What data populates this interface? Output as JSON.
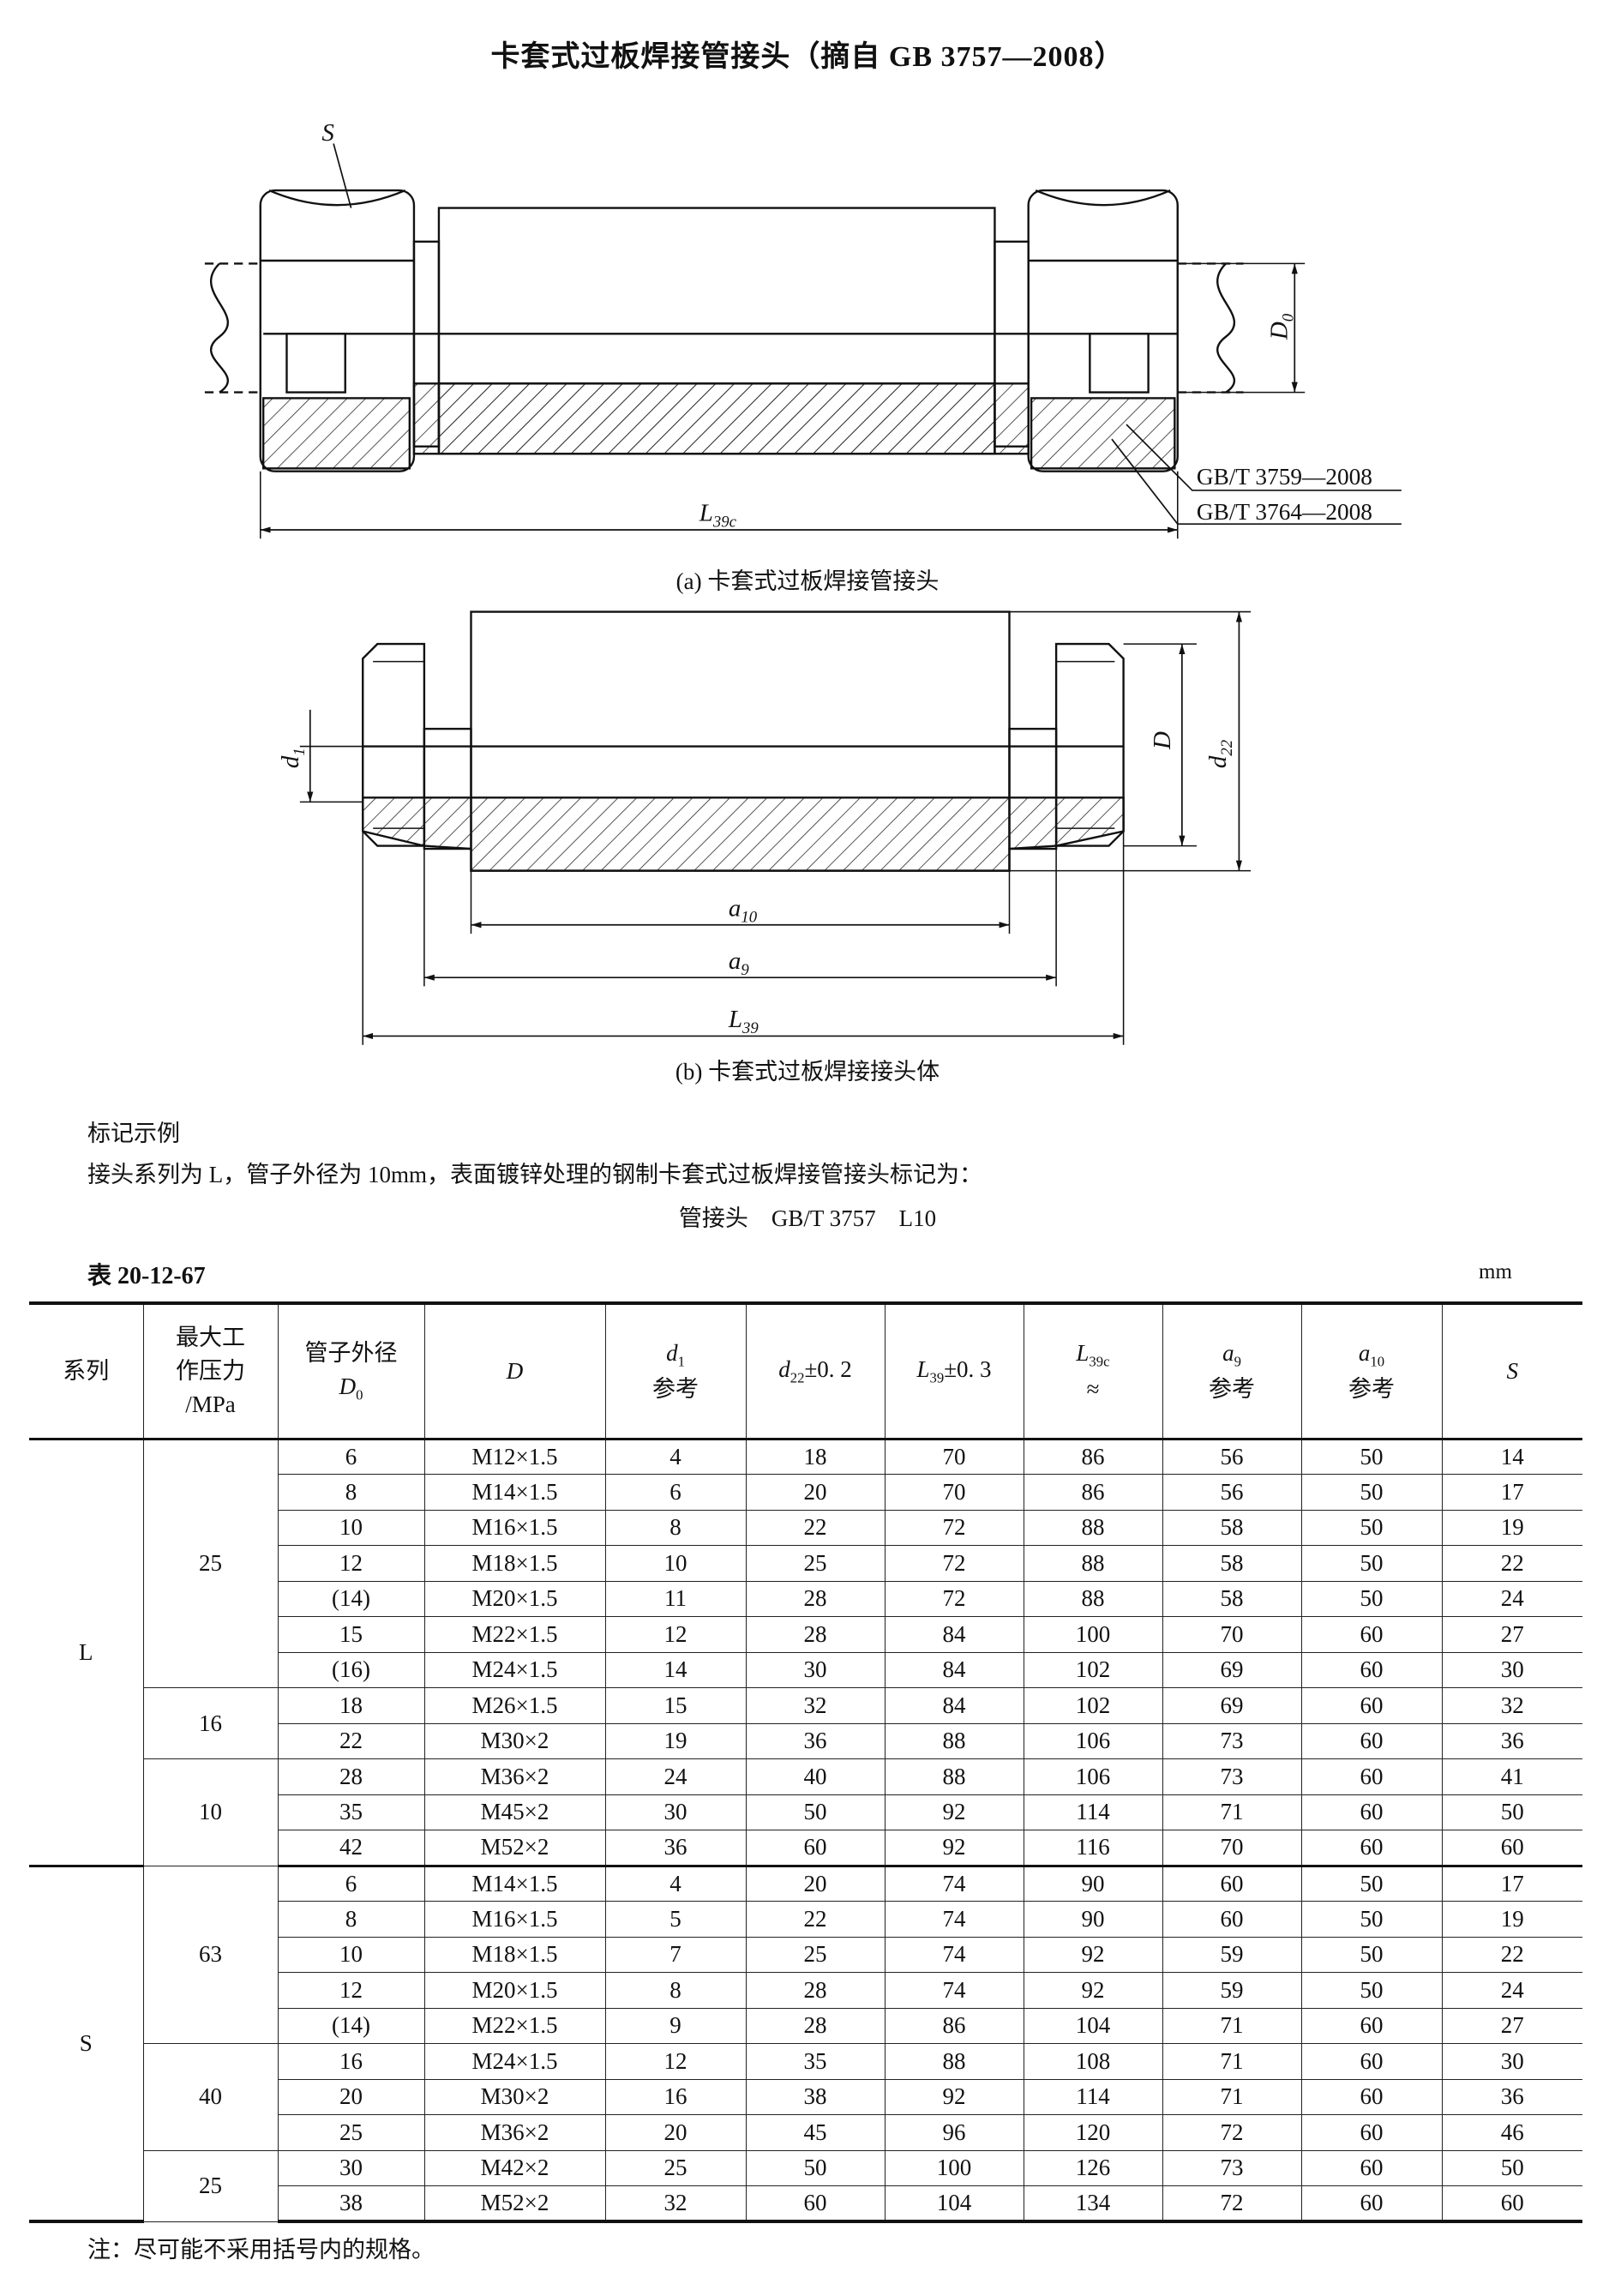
{
  "title": "卡套式过板焊接管接头（摘自 GB 3757—2008）",
  "figure_a": {
    "caption": "(a) 卡套式过板焊接管接头",
    "labels": {
      "S": "S",
      "D0": "D",
      "D0_sub": "0",
      "L": "L",
      "L_sub": "39c",
      "std1": "GB/T 3759—2008",
      "std2": "GB/T 3764—2008"
    }
  },
  "figure_b": {
    "caption": "(b) 卡套式过板焊接接头体",
    "labels": {
      "d1": "d",
      "d1_sub": "1",
      "D": "D",
      "d22": "d",
      "d22_sub": "22",
      "a10": "a",
      "a10_sub": "10",
      "a9": "a",
      "a9_sub": "9",
      "L39": "L",
      "L39_sub": "39"
    }
  },
  "marking": {
    "heading": "标记示例",
    "line1": "接头系列为 L，管子外径为 10mm，表面镀锌处理的钢制卡套式过板焊接管接头标记为：",
    "line2": "管接头    GB/T 3757    L10"
  },
  "table": {
    "number": "表 20-12-67",
    "unit": "mm",
    "headers": {
      "series": "系列",
      "pressure_1": "最大工",
      "pressure_2": "作压力",
      "pressure_3": "/MPa",
      "d0_1": "管子外径",
      "d0_2": "D",
      "d0_sub": "0",
      "D": "D",
      "d1": "d",
      "d1_sub": "1",
      "d1_ref": "参考",
      "d22": "d",
      "d22_sub": "22",
      "d22_tol": "±0. 2",
      "l39": "L",
      "l39_sub": "39",
      "l39_tol": "±0. 3",
      "l39c": "L",
      "l39c_sub": "39c",
      "l39c_approx": "≈",
      "a9": "a",
      "a9_sub": "9",
      "a9_ref": "参考",
      "a10": "a",
      "a10_sub": "10",
      "a10_ref": "参考",
      "S": "S"
    },
    "groups": [
      {
        "series": "L",
        "pressures": [
          {
            "p": "25",
            "rows": [
              [
                "6",
                "M12×1.5",
                "4",
                "18",
                "70",
                "86",
                "56",
                "50",
                "14"
              ],
              [
                "8",
                "M14×1.5",
                "6",
                "20",
                "70",
                "86",
                "56",
                "50",
                "17"
              ],
              [
                "10",
                "M16×1.5",
                "8",
                "22",
                "72",
                "88",
                "58",
                "50",
                "19"
              ],
              [
                "12",
                "M18×1.5",
                "10",
                "25",
                "72",
                "88",
                "58",
                "50",
                "22"
              ],
              [
                "(14)",
                "M20×1.5",
                "11",
                "28",
                "72",
                "88",
                "58",
                "50",
                "24"
              ],
              [
                "15",
                "M22×1.5",
                "12",
                "28",
                "84",
                "100",
                "70",
                "60",
                "27"
              ],
              [
                "(16)",
                "M24×1.5",
                "14",
                "30",
                "84",
                "102",
                "69",
                "60",
                "30"
              ]
            ]
          },
          {
            "p": "16",
            "rows": [
              [
                "18",
                "M26×1.5",
                "15",
                "32",
                "84",
                "102",
                "69",
                "60",
                "32"
              ],
              [
                "22",
                "M30×2",
                "19",
                "36",
                "88",
                "106",
                "73",
                "60",
                "36"
              ]
            ]
          },
          {
            "p": "10",
            "rows": [
              [
                "28",
                "M36×2",
                "24",
                "40",
                "88",
                "106",
                "73",
                "60",
                "41"
              ],
              [
                "35",
                "M45×2",
                "30",
                "50",
                "92",
                "114",
                "71",
                "60",
                "50"
              ],
              [
                "42",
                "M52×2",
                "36",
                "60",
                "92",
                "116",
                "70",
                "60",
                "60"
              ]
            ]
          }
        ]
      },
      {
        "series": "S",
        "pressures": [
          {
            "p": "63",
            "rows": [
              [
                "6",
                "M14×1.5",
                "4",
                "20",
                "74",
                "90",
                "60",
                "50",
                "17"
              ],
              [
                "8",
                "M16×1.5",
                "5",
                "22",
                "74",
                "90",
                "60",
                "50",
                "19"
              ],
              [
                "10",
                "M18×1.5",
                "7",
                "25",
                "74",
                "92",
                "59",
                "50",
                "22"
              ],
              [
                "12",
                "M20×1.5",
                "8",
                "28",
                "74",
                "92",
                "59",
                "50",
                "24"
              ],
              [
                "(14)",
                "M22×1.5",
                "9",
                "28",
                "86",
                "104",
                "71",
                "60",
                "27"
              ]
            ]
          },
          {
            "p": "40",
            "rows": [
              [
                "16",
                "M24×1.5",
                "12",
                "35",
                "88",
                "108",
                "71",
                "60",
                "30"
              ],
              [
                "20",
                "M30×2",
                "16",
                "38",
                "92",
                "114",
                "71",
                "60",
                "36"
              ],
              [
                "25",
                "M36×2",
                "20",
                "45",
                "96",
                "120",
                "72",
                "60",
                "46"
              ]
            ]
          },
          {
            "p": "25",
            "rows": [
              [
                "30",
                "M42×2",
                "25",
                "50",
                "100",
                "126",
                "73",
                "60",
                "50"
              ],
              [
                "38",
                "M52×2",
                "32",
                "60",
                "104",
                "134",
                "72",
                "60",
                "60"
              ]
            ]
          }
        ]
      }
    ],
    "note": "注：尽可能不采用括号内的规格。"
  }
}
